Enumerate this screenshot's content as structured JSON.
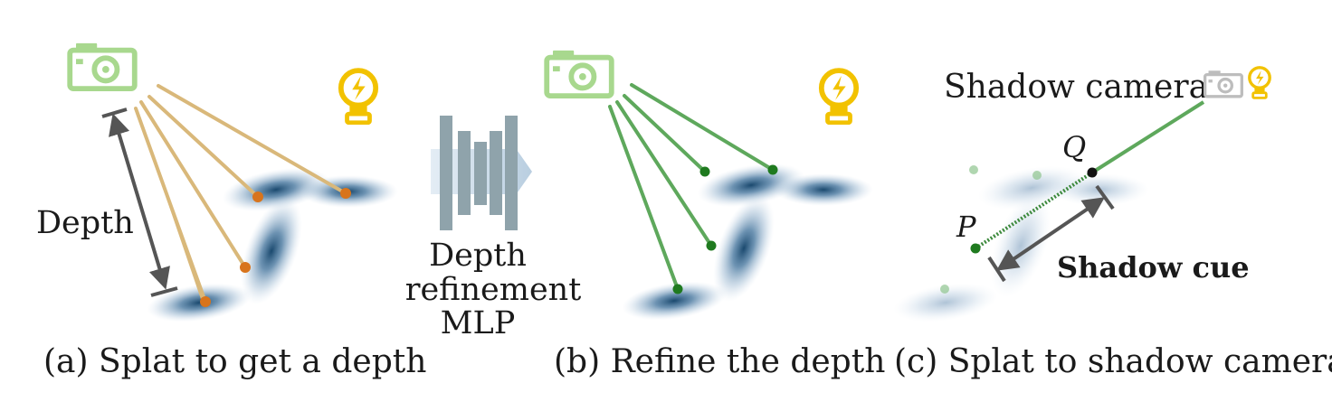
{
  "panels": {
    "a": {
      "caption": "(a) Splat to get a depth",
      "depth_label": "Depth"
    },
    "mlp": {
      "line1": "Depth",
      "line2": "refinement",
      "line3": "MLP"
    },
    "b": {
      "caption": "(b) Refine the depth"
    },
    "c": {
      "caption": "(c) Splat to shadow camera",
      "camera_label": "Shadow camera",
      "point_p": "P",
      "point_q": "Q",
      "cue_label": "Shadow cue"
    }
  },
  "colors": {
    "camera": "#a8d88e",
    "camera_gray": "#bdbdbd",
    "light": "#f2c200",
    "ray_tan": "#d9b87a",
    "ray_green": "#5ea85c",
    "dot_orange": "#d8741c",
    "dot_green": "#1f7a1f",
    "arrow": "#555555",
    "blob": "#1f4e78",
    "mlp": "#8fa3ab"
  },
  "icons": [
    "camera-icon",
    "light-bulb-icon"
  ]
}
